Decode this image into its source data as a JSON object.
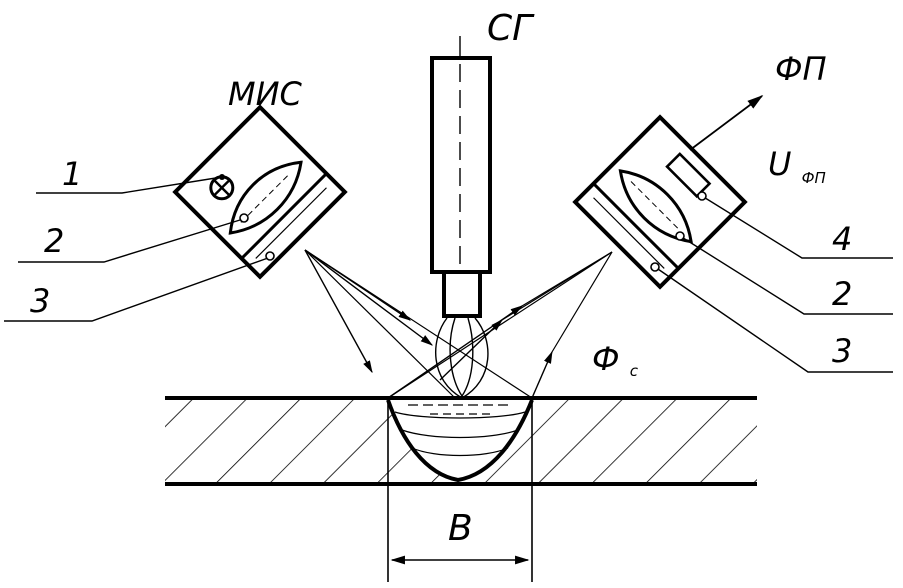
{
  "labels": {
    "generator": "СГ",
    "emitter": "МИС",
    "receiver": "ФП",
    "signal_main": "U",
    "signal_sub": "ФП",
    "flux_main": "Ф",
    "flux_sub": "с",
    "width": "B"
  },
  "callouts": {
    "left": [
      "1",
      "2",
      "3"
    ],
    "right": [
      "4",
      "2",
      "3"
    ]
  },
  "colors": {
    "ink": "#000000",
    "paper": "#ffffff"
  }
}
